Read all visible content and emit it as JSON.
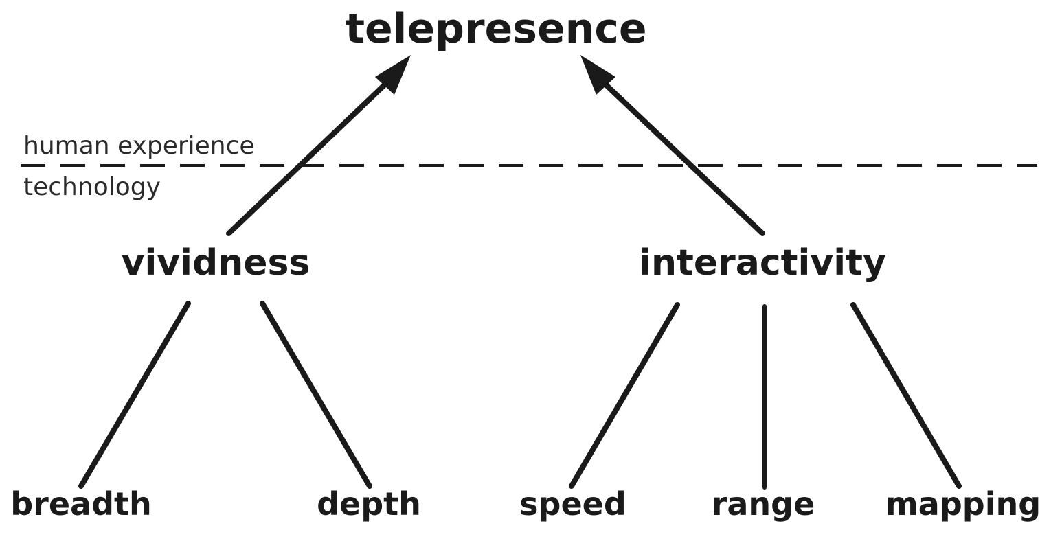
{
  "diagram": {
    "top": {
      "label": "telepresence"
    },
    "layers": {
      "upper": "human experience",
      "lower": "technology"
    },
    "dimensions": {
      "vividness": {
        "label": "vividness",
        "children": [
          "breadth",
          "depth"
        ]
      },
      "interactivity": {
        "label": "interactivity",
        "children": [
          "speed",
          "range",
          "mapping"
        ]
      }
    },
    "colors": {
      "ink": "#1a1a1a",
      "background": "#ffffff"
    }
  }
}
